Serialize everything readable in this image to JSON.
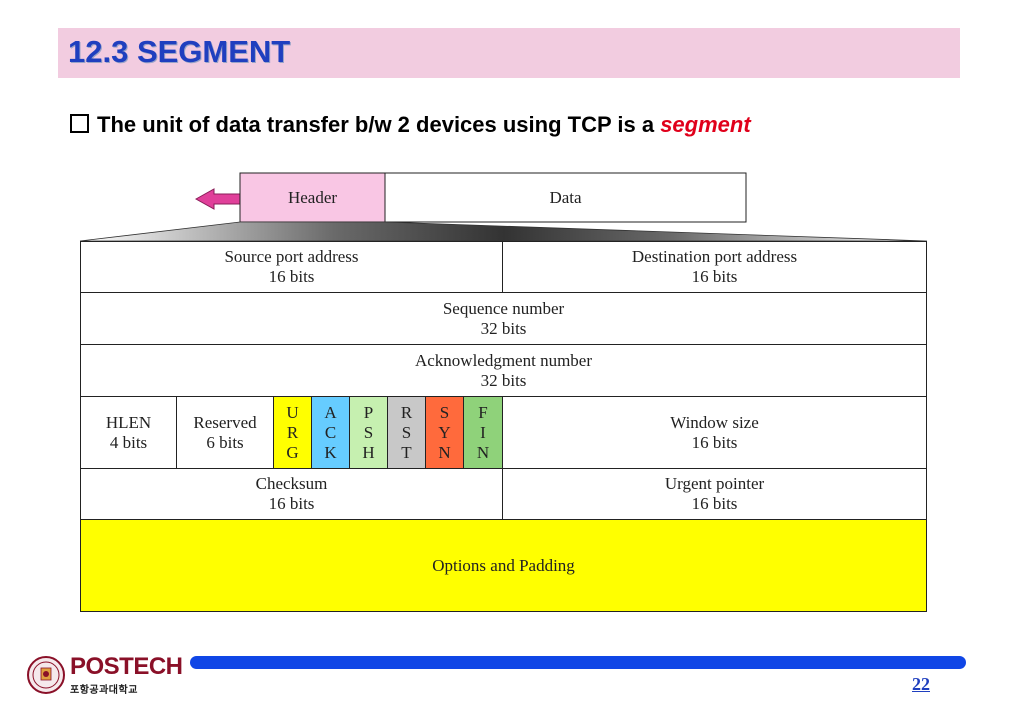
{
  "slide": {
    "title": "12.3 SEGMENT",
    "bullet_text": "The unit of data transfer b/w 2 devices using TCP is a",
    "bullet_emphasis": "segment",
    "page_number": "22"
  },
  "segment_bar": {
    "header_label": "Header",
    "data_label": "Data"
  },
  "header_fields": {
    "source_port": {
      "name": "Source port address",
      "size": "16 bits"
    },
    "destination_port": {
      "name": "Destination port address",
      "size": "16 bits"
    },
    "sequence_number": {
      "name": "Sequence number",
      "size": "32 bits"
    },
    "ack_number": {
      "name": "Acknowledgment number",
      "size": "32 bits"
    },
    "hlen": {
      "name": "HLEN",
      "size": "4 bits"
    },
    "reserved": {
      "name": "Reserved",
      "size": "6 bits"
    },
    "flags": [
      {
        "l1": "U",
        "l2": "R",
        "l3": "G",
        "color": "#ffff00"
      },
      {
        "l1": "A",
        "l2": "C",
        "l3": "K",
        "color": "#66ccff"
      },
      {
        "l1": "P",
        "l2": "S",
        "l3": "H",
        "color": "#c6f0b0"
      },
      {
        "l1": "R",
        "l2": "S",
        "l3": "T",
        "color": "#c8c8c8"
      },
      {
        "l1": "S",
        "l2": "Y",
        "l3": "N",
        "color": "#ff6a3c"
      },
      {
        "l1": "F",
        "l2": "I",
        "l3": "N",
        "color": "#8fd27a"
      }
    ],
    "window_size": {
      "name": "Window size",
      "size": "16 bits"
    },
    "checksum": {
      "name": "Checksum",
      "size": "16 bits"
    },
    "urgent_pointer": {
      "name": "Urgent pointer",
      "size": "16 bits"
    },
    "options": {
      "name": "Options and Padding",
      "color": "#ffff00"
    }
  },
  "colors": {
    "title_text": "#1f3fbf",
    "title_bar": "#f2cce0",
    "header_box": "#f9c6e4",
    "arrow": "#e0409a",
    "emphasis": "#e0001b",
    "footer_line": "#1046e6",
    "logo": "#8a1028"
  },
  "logo": {
    "name": "POSTECH",
    "subtitle": "포항공과대학교"
  }
}
